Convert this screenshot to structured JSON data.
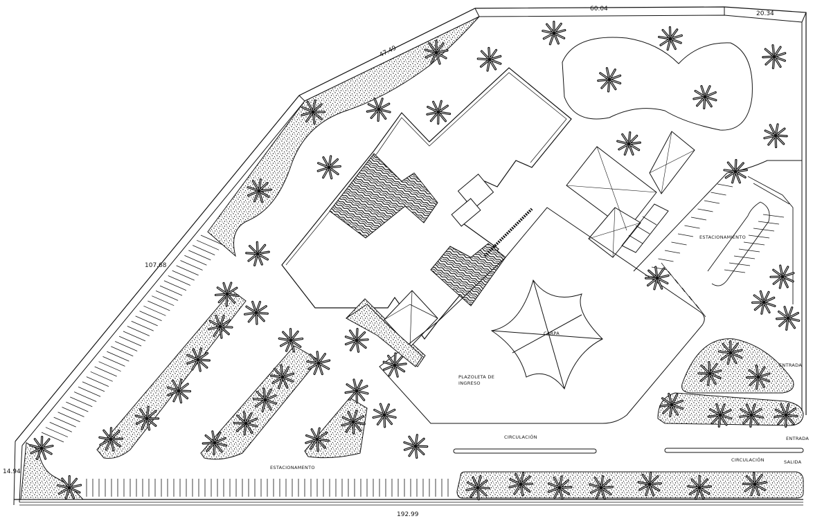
{
  "dimensions": {
    "top_left": "47.49",
    "top_mid": "60.04",
    "top_right": "20.34",
    "left": "107.68",
    "bottom_left": "14.94",
    "bottom": "192.99"
  },
  "labels": {
    "parking_right": "ESTACIONAMIENTO",
    "parking_bottom": "ESTACIONAMENTO",
    "tent": "CARPA",
    "plaza_line1": "PLAZOLETA DE",
    "plaza_line2": "INGRESO",
    "circulation_1": "CIRCULACIÓN",
    "circulation_2": "CIRCULACIÓN",
    "entry_1": "ENTRADA",
    "entry_2": "ENTRADA",
    "exit": "SALIDA"
  },
  "colors": {
    "line": "#111111",
    "background": "#ffffff"
  }
}
